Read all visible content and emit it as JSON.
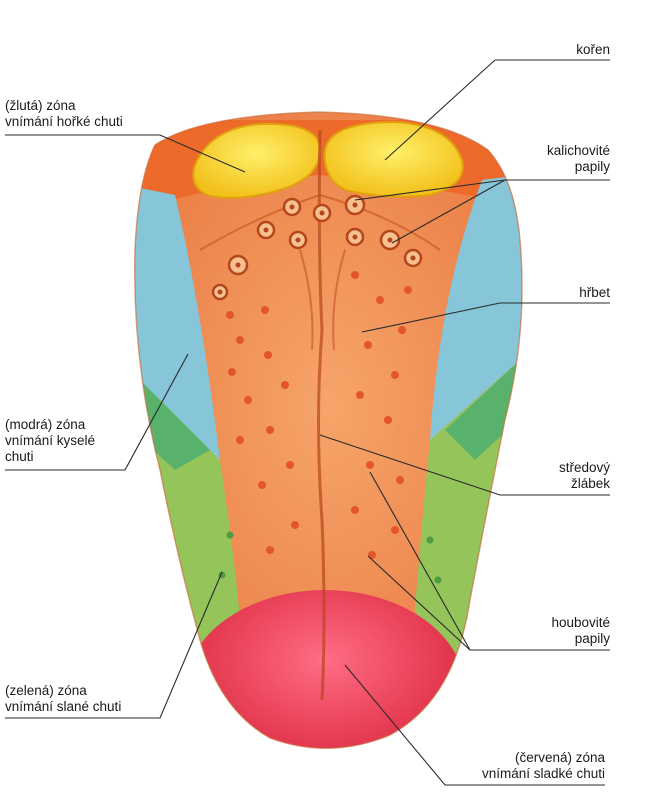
{
  "labels": {
    "koren": [
      "kořen"
    ],
    "zluta": [
      "(žlutá) zóna",
      "vnímání hořké chuti"
    ],
    "kalichovite": [
      "kalichovité",
      "papily"
    ],
    "hrbet": [
      "hřbet"
    ],
    "modra": [
      "(modrá) zóna",
      "vnímání kyselé",
      "chuti"
    ],
    "stredovy": [
      "středový",
      "žlábek"
    ],
    "houbovite": [
      "houbovité",
      "papily"
    ],
    "zelena": [
      "(zelená) zóna",
      "vnímání slané chuti"
    ],
    "cervena": [
      "(červená) zóna",
      "vnímání sladké chuti"
    ]
  },
  "colors": {
    "bitter": "#f6d21e",
    "sour": "#7fc3d6",
    "salty": "#93c457",
    "sweet": "#e8304a",
    "base": "#f08a4f",
    "line": "#2a2a2a"
  }
}
